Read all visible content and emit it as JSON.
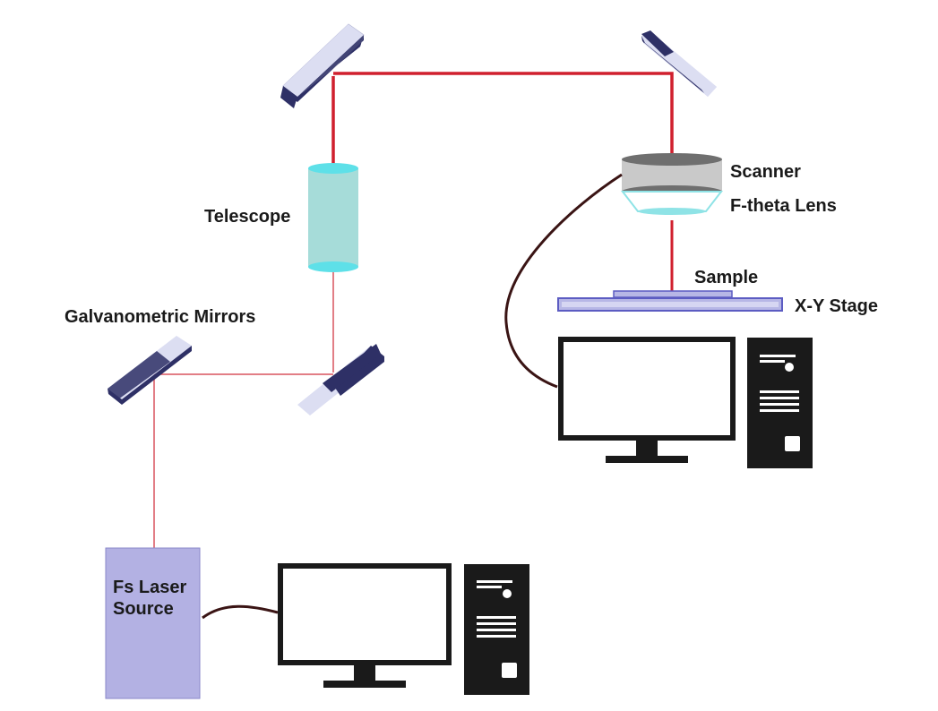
{
  "labels": {
    "telescope": "Telescope",
    "galvanometric_mirrors": "Galvanometric Mirrors",
    "scanner": "Scanner",
    "f_theta_lens": "F-theta Lens",
    "sample": "Sample",
    "xy_stage": "X-Y Stage",
    "laser_line1": "Fs Laser",
    "laser_line2": "Source"
  },
  "colors": {
    "beam_thick": "#d0202e",
    "beam_thin": "#d9535e",
    "mirror_face": "#d7d9f0",
    "mirror_edge": "#2e3066",
    "telescope": "#a6dcd9",
    "telescope_cap": "#5ee0e8",
    "laser_box": "#b3b1e3",
    "stage": "#b7b7e6",
    "stage_edge": "#5c5cc2",
    "lens_grey": "#bdbdbd",
    "lens_dark": "#6f6f6f",
    "lens_cyan": "#8fe3e6",
    "cable": "#3a1414",
    "computer": "#1a1a1a"
  },
  "icons": [
    "mirror-icon",
    "telescope-icon",
    "laser-source-icon",
    "monitor-icon",
    "computer-tower-icon",
    "scanner-lens-icon"
  ]
}
